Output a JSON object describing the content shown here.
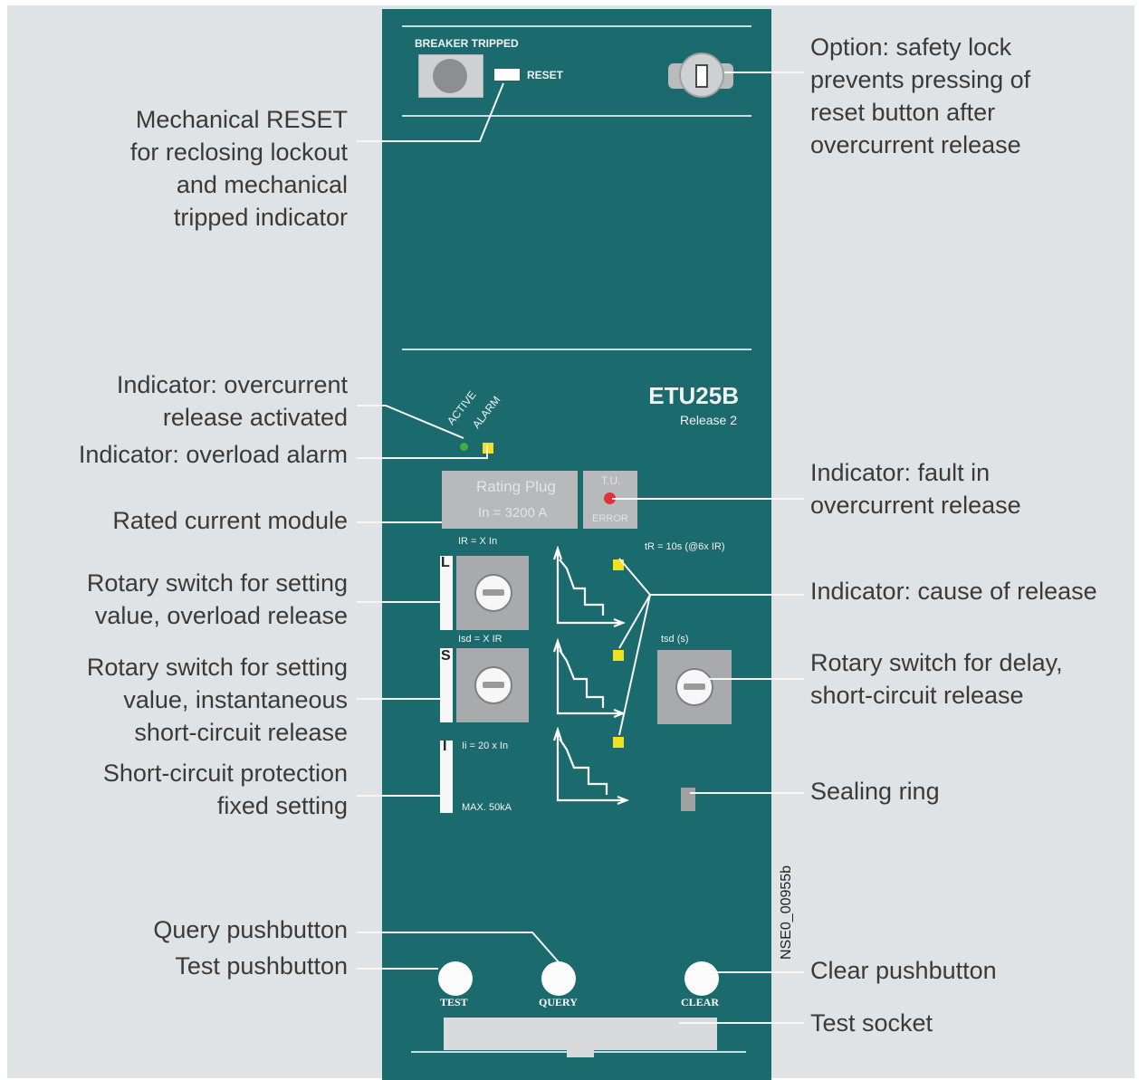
{
  "figure_id": "NSE0_00955b",
  "panel": {
    "breaker_tripped": "BREAKER TRIPPED",
    "reset": "RESET",
    "model": "ETU25B",
    "release": "Release 2",
    "active": "ACTIVE",
    "alarm": "ALARM",
    "rating_plug_title": "Rating Plug",
    "rating_plug_value": "In = 3200  A",
    "tu": "T.U.",
    "error": "ERROR",
    "ir_label": "IR = X  In",
    "tr_label": "tR = 10s (@6x  IR)",
    "isd_label": "Isd = X  IR",
    "tsd_label": "tsd (s)",
    "ii_label": "Ii = 20 x In",
    "max_label": "MAX. 50kA",
    "l_letter": "L",
    "s_letter": "S",
    "i_letter": "I",
    "test": "TEST",
    "query": "QUERY",
    "clear": "CLEAR",
    "colors": {
      "panel": "#1b6a6d",
      "background": "#dfe3e6",
      "active_led": "#3cb043",
      "alarm_led": "#f2e21b",
      "error_led": "#e0303a"
    }
  },
  "callouts_left": {
    "mech_reset": [
      "Mechanical RESET",
      "for reclosing lockout",
      "and mechanical",
      "tripped indicator"
    ],
    "ind_overcurrent": [
      "Indicator: overcurrent",
      "release activated"
    ],
    "ind_overload": [
      "Indicator: overload alarm"
    ],
    "rated_module": [
      "Rated current module"
    ],
    "rotary_overload": [
      "Rotary switch for setting",
      "value, overload release"
    ],
    "rotary_inst": [
      "Rotary switch for setting",
      "value, instantaneous",
      "short-circuit release"
    ],
    "short_circuit": [
      "Short-circuit protection",
      "fixed setting"
    ],
    "query": [
      "Query pushbutton"
    ],
    "test": [
      "Test pushbutton"
    ]
  },
  "callouts_right": {
    "safety_lock": [
      "Option: safety lock",
      "prevents pressing of",
      "reset button after",
      "overcurrent release"
    ],
    "fault": [
      "Indicator: fault in",
      "overcurrent release"
    ],
    "cause": [
      "Indicator: cause of release"
    ],
    "rotary_delay": [
      "Rotary switch for delay,",
      "short-circuit release"
    ],
    "sealing": [
      "Sealing ring"
    ],
    "clear": [
      "Clear pushbutton"
    ],
    "test_socket": [
      "Test socket"
    ]
  }
}
